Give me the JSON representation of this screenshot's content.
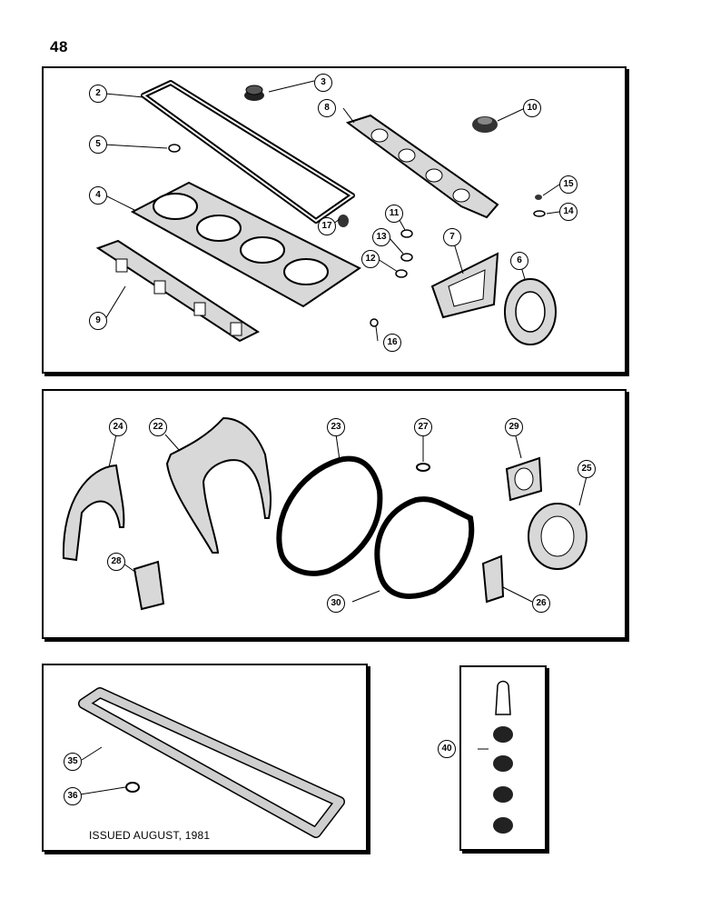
{
  "page": {
    "number": "48"
  },
  "top_panel": {
    "callouts": [
      "2",
      "3",
      "4",
      "5",
      "6",
      "7",
      "8",
      "9",
      "10",
      "11",
      "12",
      "13",
      "14",
      "15",
      "16",
      "17"
    ]
  },
  "middle_panel": {
    "callouts": [
      "22",
      "23",
      "24",
      "25",
      "26",
      "27",
      "28",
      "29",
      "30"
    ]
  },
  "bottom_panel": {
    "callouts": [
      "35",
      "36"
    ],
    "issued_text": "ISSUED AUGUST, 1981"
  },
  "kit_panel": {
    "callouts": [
      "40"
    ]
  }
}
